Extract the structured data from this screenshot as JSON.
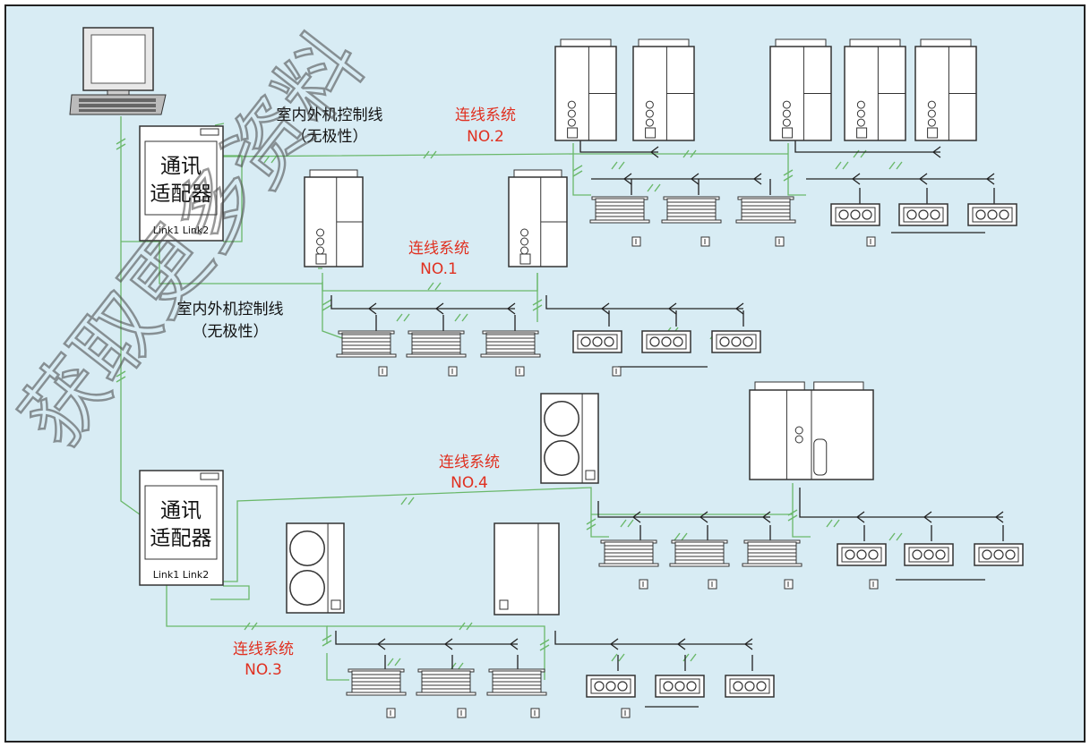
{
  "adapter_top": {
    "title_line1": "通讯",
    "title_line2": "适配器",
    "ports": "Link1 Link2"
  },
  "adapter_bottom": {
    "title_line1": "通讯",
    "title_line2": "适配器",
    "ports": "Link1 Link2"
  },
  "control_line_upper": {
    "line1": "室内外机控制线",
    "line2": "（无极性）"
  },
  "control_line_lower": {
    "line1": "室内外机控制线",
    "line2": "（无极性）"
  },
  "systems": [
    {
      "title": "连线系统",
      "number": "NO.1"
    },
    {
      "title": "连线系统",
      "number": "NO.2"
    },
    {
      "title": "连线系统",
      "number": "NO.3"
    },
    {
      "title": "连线系统",
      "number": "NO.4"
    }
  ],
  "cassette_label": "OOO",
  "watermark": "获取更多资料",
  "colors": {
    "background": "#d8ecf4",
    "wire": "#6ab86a",
    "label_red": "#e03020",
    "line_dark": "#222222"
  }
}
